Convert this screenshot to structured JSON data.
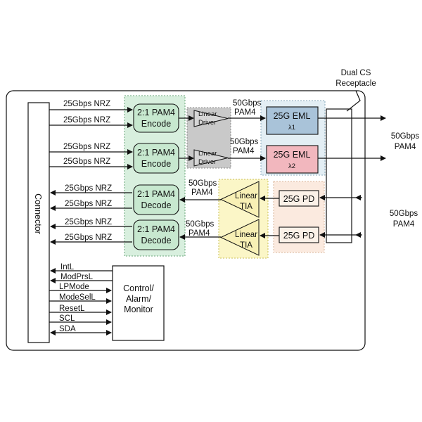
{
  "receptacle": {
    "line1": "Dual CS",
    "line2": "Receptacle"
  },
  "connector": "Connector",
  "tx_inputs": [
    "25Gbps NRZ",
    "25Gbps NRZ",
    "25Gbps NRZ",
    "25Gbps NRZ"
  ],
  "rx_outputs": [
    "25Gbps NRZ",
    "25Gbps NRZ",
    "25Gbps NRZ",
    "25Gbps NRZ"
  ],
  "encoders": [
    {
      "line1": "2:1 PAM4",
      "line2": "Encode"
    },
    {
      "line1": "2:1 PAM4",
      "line2": "Encode"
    }
  ],
  "decoders": [
    {
      "line1": "2:1 PAM4",
      "line2": "Decode"
    },
    {
      "line1": "2:1 PAM4",
      "line2": "Decode"
    }
  ],
  "drivers": [
    {
      "line1": "Linear",
      "line2": "Driver"
    },
    {
      "line1": "Linear",
      "line2": "Driver"
    }
  ],
  "tias": [
    {
      "line1": "Linear",
      "line2": "TIA"
    },
    {
      "line1": "Linear",
      "line2": "TIA"
    }
  ],
  "tx_rates": [
    {
      "line1": "50Gbps",
      "line2": "PAM4"
    },
    {
      "line1": "50Gbps",
      "line2": "PAM4"
    }
  ],
  "rx_rates": [
    {
      "line1": "50Gbps",
      "line2": "PAM4"
    },
    {
      "line1": "50Gbps",
      "line2": "PAM4"
    }
  ],
  "emls": [
    {
      "line1": "25G EML",
      "line2": "λ1"
    },
    {
      "line1": "25G EML",
      "line2": "λ2"
    }
  ],
  "pds": [
    "25G PD",
    "25G PD"
  ],
  "tx_optical": {
    "line1": "50Gbps",
    "line2": "PAM4"
  },
  "rx_optical": {
    "line1": "50Gbps",
    "line2": "PAM4"
  },
  "control": {
    "line1": "Control/",
    "line2": "Alarm/",
    "line3": "Monitor"
  },
  "signals": [
    "IntL",
    "ModPrsL",
    "LPMode",
    "ModeSelL",
    "ResetL",
    "SCL",
    "SDA"
  ],
  "colors": {
    "green_region": "#d8efde",
    "green_block": "#c7e8cf",
    "gray_region": "#c9c9c9",
    "blue_region": "#e3eef4",
    "eml1": "#a9c3d9",
    "eml2": "#f2b7be",
    "yellow_region": "#fbf6c7",
    "peach_region": "#fbeadf",
    "pd_block": "#fbf1e8"
  }
}
